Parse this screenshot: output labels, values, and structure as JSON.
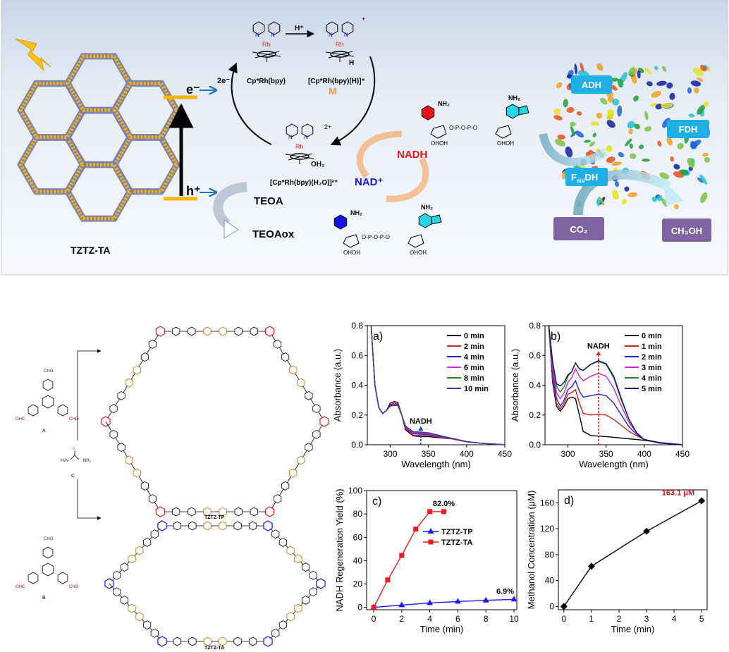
{
  "scheme": {
    "material_label": "TZTZ-TA",
    "electron": "e⁻",
    "hole": "h⁺",
    "two_e": "2e⁻",
    "proton": "H⁺",
    "rh_complex_1": "Cp*Rh(bpy)",
    "rh_complex_2": "[Cp*Rh(bpy)(H)]⁺",
    "rh_complex_2_tag": "M",
    "rh_complex_3": "[Cp*Rh(bpy)(H₂O)]²⁺",
    "charge_plus": "+",
    "charge_2plus": "2+",
    "rh": "Rh",
    "n_atom": "N",
    "h_atom": "H",
    "oh2": "OH₂",
    "teoa": "TEOA",
    "teoa_ox": "TEOAox",
    "nadh": "NADH",
    "nad_plus": "NAD⁺",
    "nh2": "NH₂",
    "ohoh": "OHOH",
    "phosphate": "O-P-O-P-O",
    "enzyme_adh": "ADH",
    "enzyme_fdh": "FDH",
    "enzyme_fald_f": "F",
    "enzyme_fald_sub": "ald",
    "enzyme_fald_dh": "DH",
    "co2": "CO₂",
    "ch3oh": "CH₃OH",
    "colors": {
      "band": "#f5b400",
      "blue_arrow": "#1f78c8",
      "enzyme_box": "#1fb0e6",
      "product_box": "#8064a2",
      "nadh": "#e8141c",
      "nad": "#1515e0",
      "rh": "#ff2020",
      "m_tag": "#f79646"
    }
  },
  "synthesis": {
    "monomer_a": "A",
    "monomer_b": "B",
    "monomer_c": "C",
    "cho": "CHO",
    "ohc": "OHC",
    "h2n": "H₂N",
    "nh2": "NH₂",
    "s": "S",
    "n": "N",
    "product_tp": "TZTZ-TP",
    "product_ta": "TZTZ-TA"
  },
  "chart_data": [
    {
      "type": "line",
      "panel": "a)",
      "xlabel": "Wavelength (nm)",
      "ylabel": "Absorbance (a.u.)",
      "xlim": [
        270,
        450
      ],
      "ylim": [
        0,
        0.8
      ],
      "xticks": [
        300,
        350,
        400,
        450
      ],
      "yticks": [
        0.0,
        0.2,
        0.4,
        0.6,
        0.8
      ],
      "tick_format": 1,
      "legend": "top-right",
      "annotation": "NADH",
      "annotation_x": 340,
      "x": [
        275,
        280,
        285,
        290,
        295,
        300,
        305,
        310,
        315,
        320,
        330,
        340,
        350,
        360,
        370,
        380,
        390,
        400,
        420,
        450
      ],
      "series": [
        {
          "name": "0 min",
          "color": "#000000",
          "values": [
            0.8,
            0.4,
            0.25,
            0.21,
            0.23,
            0.28,
            0.29,
            0.285,
            0.2,
            0.1,
            0.06,
            0.055,
            0.055,
            0.05,
            0.045,
            0.04,
            0.03,
            0.02,
            0.01,
            0
          ]
        },
        {
          "name": "2 min",
          "color": "#e02020",
          "values": [
            0.8,
            0.4,
            0.25,
            0.21,
            0.23,
            0.27,
            0.28,
            0.275,
            0.2,
            0.11,
            0.065,
            0.062,
            0.062,
            0.055,
            0.048,
            0.04,
            0.03,
            0.02,
            0.01,
            0
          ]
        },
        {
          "name": "4 min",
          "color": "#2020e0",
          "values": [
            0.8,
            0.4,
            0.25,
            0.21,
            0.23,
            0.265,
            0.27,
            0.27,
            0.2,
            0.115,
            0.075,
            0.07,
            0.068,
            0.06,
            0.05,
            0.042,
            0.032,
            0.021,
            0.01,
            0
          ]
        },
        {
          "name": "6 min",
          "color": "#e020e0",
          "values": [
            0.8,
            0.4,
            0.25,
            0.21,
            0.23,
            0.26,
            0.265,
            0.265,
            0.2,
            0.12,
            0.08,
            0.076,
            0.073,
            0.064,
            0.053,
            0.043,
            0.032,
            0.021,
            0.01,
            0
          ]
        },
        {
          "name": "8 min",
          "color": "#1a8a1a",
          "values": [
            0.8,
            0.4,
            0.25,
            0.21,
            0.23,
            0.26,
            0.265,
            0.265,
            0.2,
            0.125,
            0.085,
            0.082,
            0.078,
            0.067,
            0.055,
            0.044,
            0.033,
            0.022,
            0.01,
            0
          ]
        },
        {
          "name": "10 min",
          "color": "#3a3aa0",
          "values": [
            0.8,
            0.4,
            0.25,
            0.21,
            0.23,
            0.26,
            0.265,
            0.265,
            0.2,
            0.125,
            0.088,
            0.085,
            0.08,
            0.069,
            0.056,
            0.045,
            0.033,
            0.022,
            0.01,
            0
          ]
        }
      ]
    },
    {
      "type": "line",
      "panel": "b)",
      "xlabel": "Wavelength (nm)",
      "ylabel": "Absorbance (a.u.)",
      "xlim": [
        270,
        450
      ],
      "ylim": [
        0,
        0.8
      ],
      "xticks": [
        300,
        350,
        400,
        450
      ],
      "yticks": [
        0.0,
        0.2,
        0.4,
        0.6,
        0.8
      ],
      "tick_format": 1,
      "legend": "top-right",
      "annotation": "NADH",
      "annotation_x": 340,
      "x": [
        275,
        280,
        285,
        290,
        295,
        300,
        305,
        310,
        315,
        320,
        330,
        340,
        350,
        360,
        370,
        380,
        390,
        400,
        420,
        450
      ],
      "series": [
        {
          "name": "0 min",
          "color": "#000000",
          "values": [
            0.8,
            0.42,
            0.26,
            0.225,
            0.26,
            0.31,
            0.32,
            0.31,
            0.2,
            0.09,
            0.062,
            0.058,
            0.055,
            0.05,
            0.045,
            0.04,
            0.035,
            0.03,
            0.015,
            0
          ]
        },
        {
          "name": "1 min",
          "color": "#d02020",
          "values": [
            0.8,
            0.44,
            0.28,
            0.24,
            0.28,
            0.34,
            0.35,
            0.37,
            0.28,
            0.21,
            0.2,
            0.205,
            0.2,
            0.17,
            0.13,
            0.09,
            0.06,
            0.035,
            0.015,
            0
          ]
        },
        {
          "name": "2 min",
          "color": "#2020e0",
          "values": [
            0.8,
            0.47,
            0.31,
            0.26,
            0.3,
            0.37,
            0.39,
            0.43,
            0.36,
            0.32,
            0.33,
            0.34,
            0.33,
            0.28,
            0.2,
            0.12,
            0.07,
            0.035,
            0.015,
            0
          ]
        },
        {
          "name": "3 min",
          "color": "#d020d0",
          "values": [
            0.8,
            0.51,
            0.35,
            0.31,
            0.35,
            0.42,
            0.45,
            0.51,
            0.46,
            0.43,
            0.46,
            0.48,
            0.46,
            0.38,
            0.26,
            0.15,
            0.08,
            0.035,
            0.012,
            0
          ]
        },
        {
          "name": "4 min",
          "color": "#1a8a1a",
          "values": [
            0.8,
            0.55,
            0.39,
            0.355,
            0.39,
            0.46,
            0.49,
            0.55,
            0.51,
            0.5,
            0.54,
            0.56,
            0.54,
            0.45,
            0.3,
            0.17,
            0.08,
            0.035,
            0.012,
            0
          ]
        },
        {
          "name": "5 min",
          "color": "#101060",
          "values": [
            0.8,
            0.56,
            0.41,
            0.395,
            0.42,
            0.47,
            0.49,
            0.55,
            0.51,
            0.5,
            0.54,
            0.565,
            0.545,
            0.46,
            0.31,
            0.17,
            0.08,
            0.035,
            0.012,
            0
          ]
        }
      ]
    },
    {
      "type": "line",
      "panel": "c)",
      "xlabel": "Time (min)",
      "ylabel": "NADH Regeneration Yield (%)",
      "xlim": [
        -0.5,
        10.2
      ],
      "ylim": [
        -2,
        100
      ],
      "xticks": [
        0,
        2,
        4,
        6,
        8,
        10
      ],
      "yticks": [
        0,
        20,
        40,
        60,
        80,
        100
      ],
      "tick_format": 0,
      "legend": "center",
      "series": [
        {
          "name": "TZTZ-TP",
          "color": "#1a1aff",
          "marker": "triangle",
          "x": [
            0,
            2,
            4,
            6,
            8,
            10
          ],
          "values": [
            0,
            2,
            3.8,
            5,
            6,
            6.9
          ],
          "label": "6.9%"
        },
        {
          "name": "TZTZ-TA",
          "color": "#ee1c1c",
          "marker": "square",
          "x": [
            0,
            1,
            2,
            3,
            4,
            5
          ],
          "values": [
            0,
            23.5,
            44.5,
            67,
            82,
            82
          ],
          "label": "82.0%"
        }
      ]
    },
    {
      "type": "line",
      "panel": "d)",
      "xlabel": "Time (min)",
      "ylabel": "Methanol Concentration (μM)",
      "xlim": [
        -0.2,
        5.2
      ],
      "ylim": [
        -5,
        180
      ],
      "xticks": [
        0,
        1,
        2,
        3,
        4,
        5
      ],
      "yticks": [
        0,
        40,
        80,
        120,
        160
      ],
      "tick_format": 0,
      "legend": "none",
      "series": [
        {
          "name": "Methanol",
          "color": "#000000",
          "marker": "diamond",
          "x": [
            0,
            1,
            3,
            5
          ],
          "values": [
            0,
            62,
            116,
            163.1
          ],
          "label": "163.1 μM"
        }
      ]
    }
  ]
}
